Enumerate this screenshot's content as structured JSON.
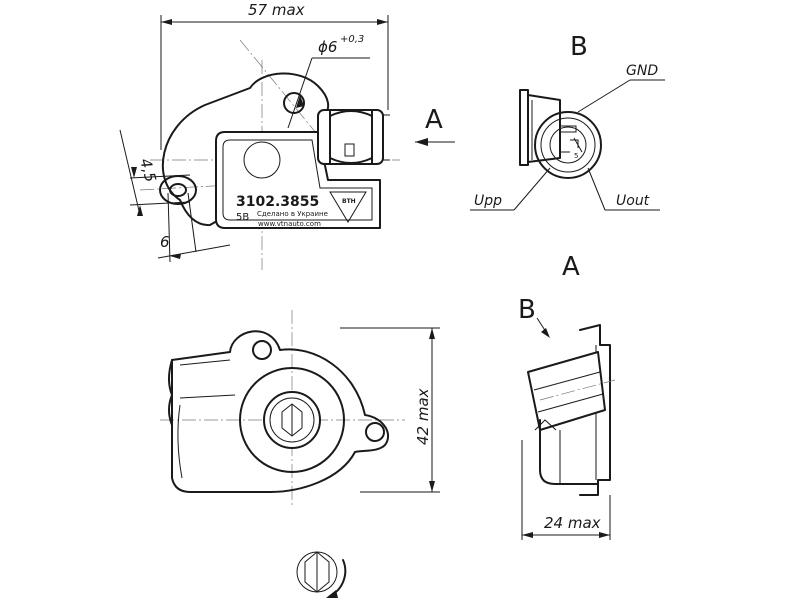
{
  "dimensions": {
    "width_max": "57 max",
    "hole_diameter": "ϕ6",
    "hole_tolerance": "+0,3",
    "offset_45": "4,5",
    "offset_6": "6",
    "height_max": "42 max",
    "depth_max": "24 max"
  },
  "view_labels": {
    "a_arrow": "A",
    "a_view": "A",
    "b_view": "B",
    "b_arrow": "B"
  },
  "pins": {
    "gnd": "GND",
    "upp": "Upp",
    "uout": "Uout"
  },
  "marking": {
    "part_number": "3102.3855",
    "voltage": "5В",
    "made_in": "Сделано в Украине",
    "website": "www.vtnauto.com",
    "logo": "ВТН"
  }
}
